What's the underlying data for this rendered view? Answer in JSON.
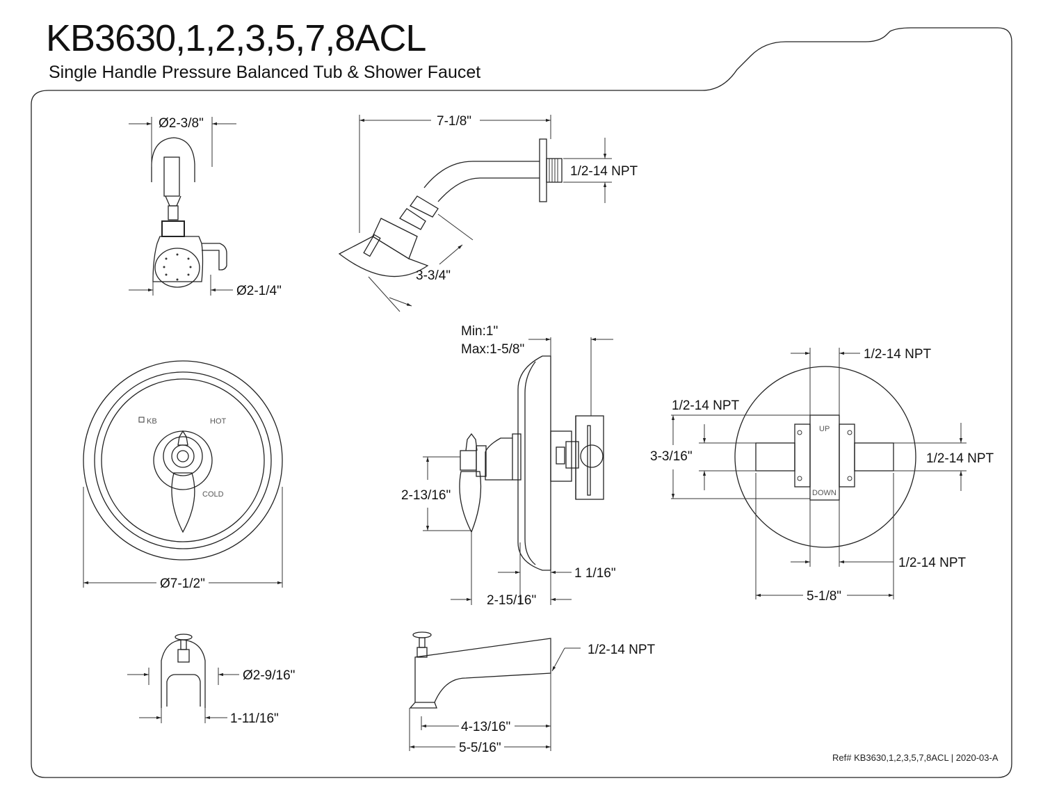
{
  "header": {
    "title": "KB3630,1,2,3,5,7,8ACL",
    "subtitle": "Single Handle Pressure Balanced Tub & Shower Faucet"
  },
  "dimensions": {
    "showerhead_flange_dia": "Ø2-3/8\"",
    "showerhead_face_dia": "Ø2-1/4\"",
    "arm_length": "7-1/8\"",
    "arm_thread": "1/2-14 NPT",
    "head_length": "3-3/4\"",
    "wall_min": "Min:1\"",
    "wall_max": "Max:1-5/8\"",
    "valve_thread_top": "1/2-14 NPT",
    "valve_thread_left": "1/2-14 NPT",
    "valve_thread_right": "1/2-14 NPT",
    "valve_thread_bottom": "1/2-14 NPT",
    "valve_height": "3-3/16\"",
    "valve_width": "5-1/8\"",
    "plate_dia": "Ø7-1/2\"",
    "handle_drop": "2-13/16\"",
    "plate_depth": "1 1/16\"",
    "handle_projection": "2-15/16\"",
    "spout_face_dia": "Ø2-9/16\"",
    "spout_width": "1-11/16\"",
    "spout_thread": "1/2-14 NPT",
    "spout_reach_inner": "4-13/16\"",
    "spout_reach_total": "5-5/16\""
  },
  "plate_markings": {
    "hot": "HOT",
    "cold": "COLD",
    "brand": "KB"
  },
  "valve_markings": {
    "up": "UP",
    "down": "DOWN"
  },
  "footer": {
    "ref": "Ref# KB3630,1,2,3,5,7,8ACL | 2020-03-A"
  }
}
